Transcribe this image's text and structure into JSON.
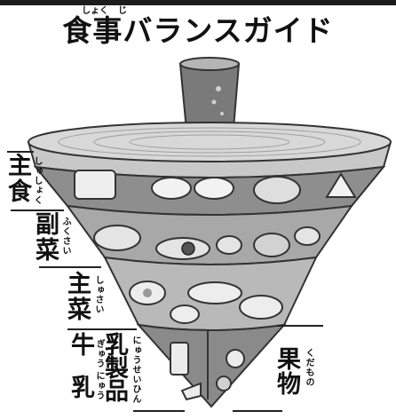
{
  "title": "食事バランスガイド",
  "title_ruby": [
    "しょく",
    "じ"
  ],
  "groups": {
    "shushoku": {
      "chars": [
        "主",
        "食"
      ],
      "furigana": "しゅしょく"
    },
    "fukusai": {
      "chars": [
        "副",
        "菜"
      ],
      "furigana": "ふくさい"
    },
    "shusai": {
      "chars": [
        "主",
        "菜"
      ],
      "furigana": "しゅさい"
    },
    "dairy": {
      "milk_char": "牛",
      "milk_furigana": "ぎゅう",
      "milk2_char": "乳",
      "milk2_furigana": "にゅう",
      "dairy_chars": [
        "乳",
        "製",
        "品"
      ],
      "dairy_furigana": "にゅうせいひん"
    },
    "fruit": {
      "chars": [
        "果",
        "物"
      ],
      "furigana": "くだもの"
    }
  },
  "colors": {
    "light": "#c9c9c9",
    "mid": "#9b9b9b",
    "dark": "#6e6e6e",
    "ink": "#111111"
  }
}
